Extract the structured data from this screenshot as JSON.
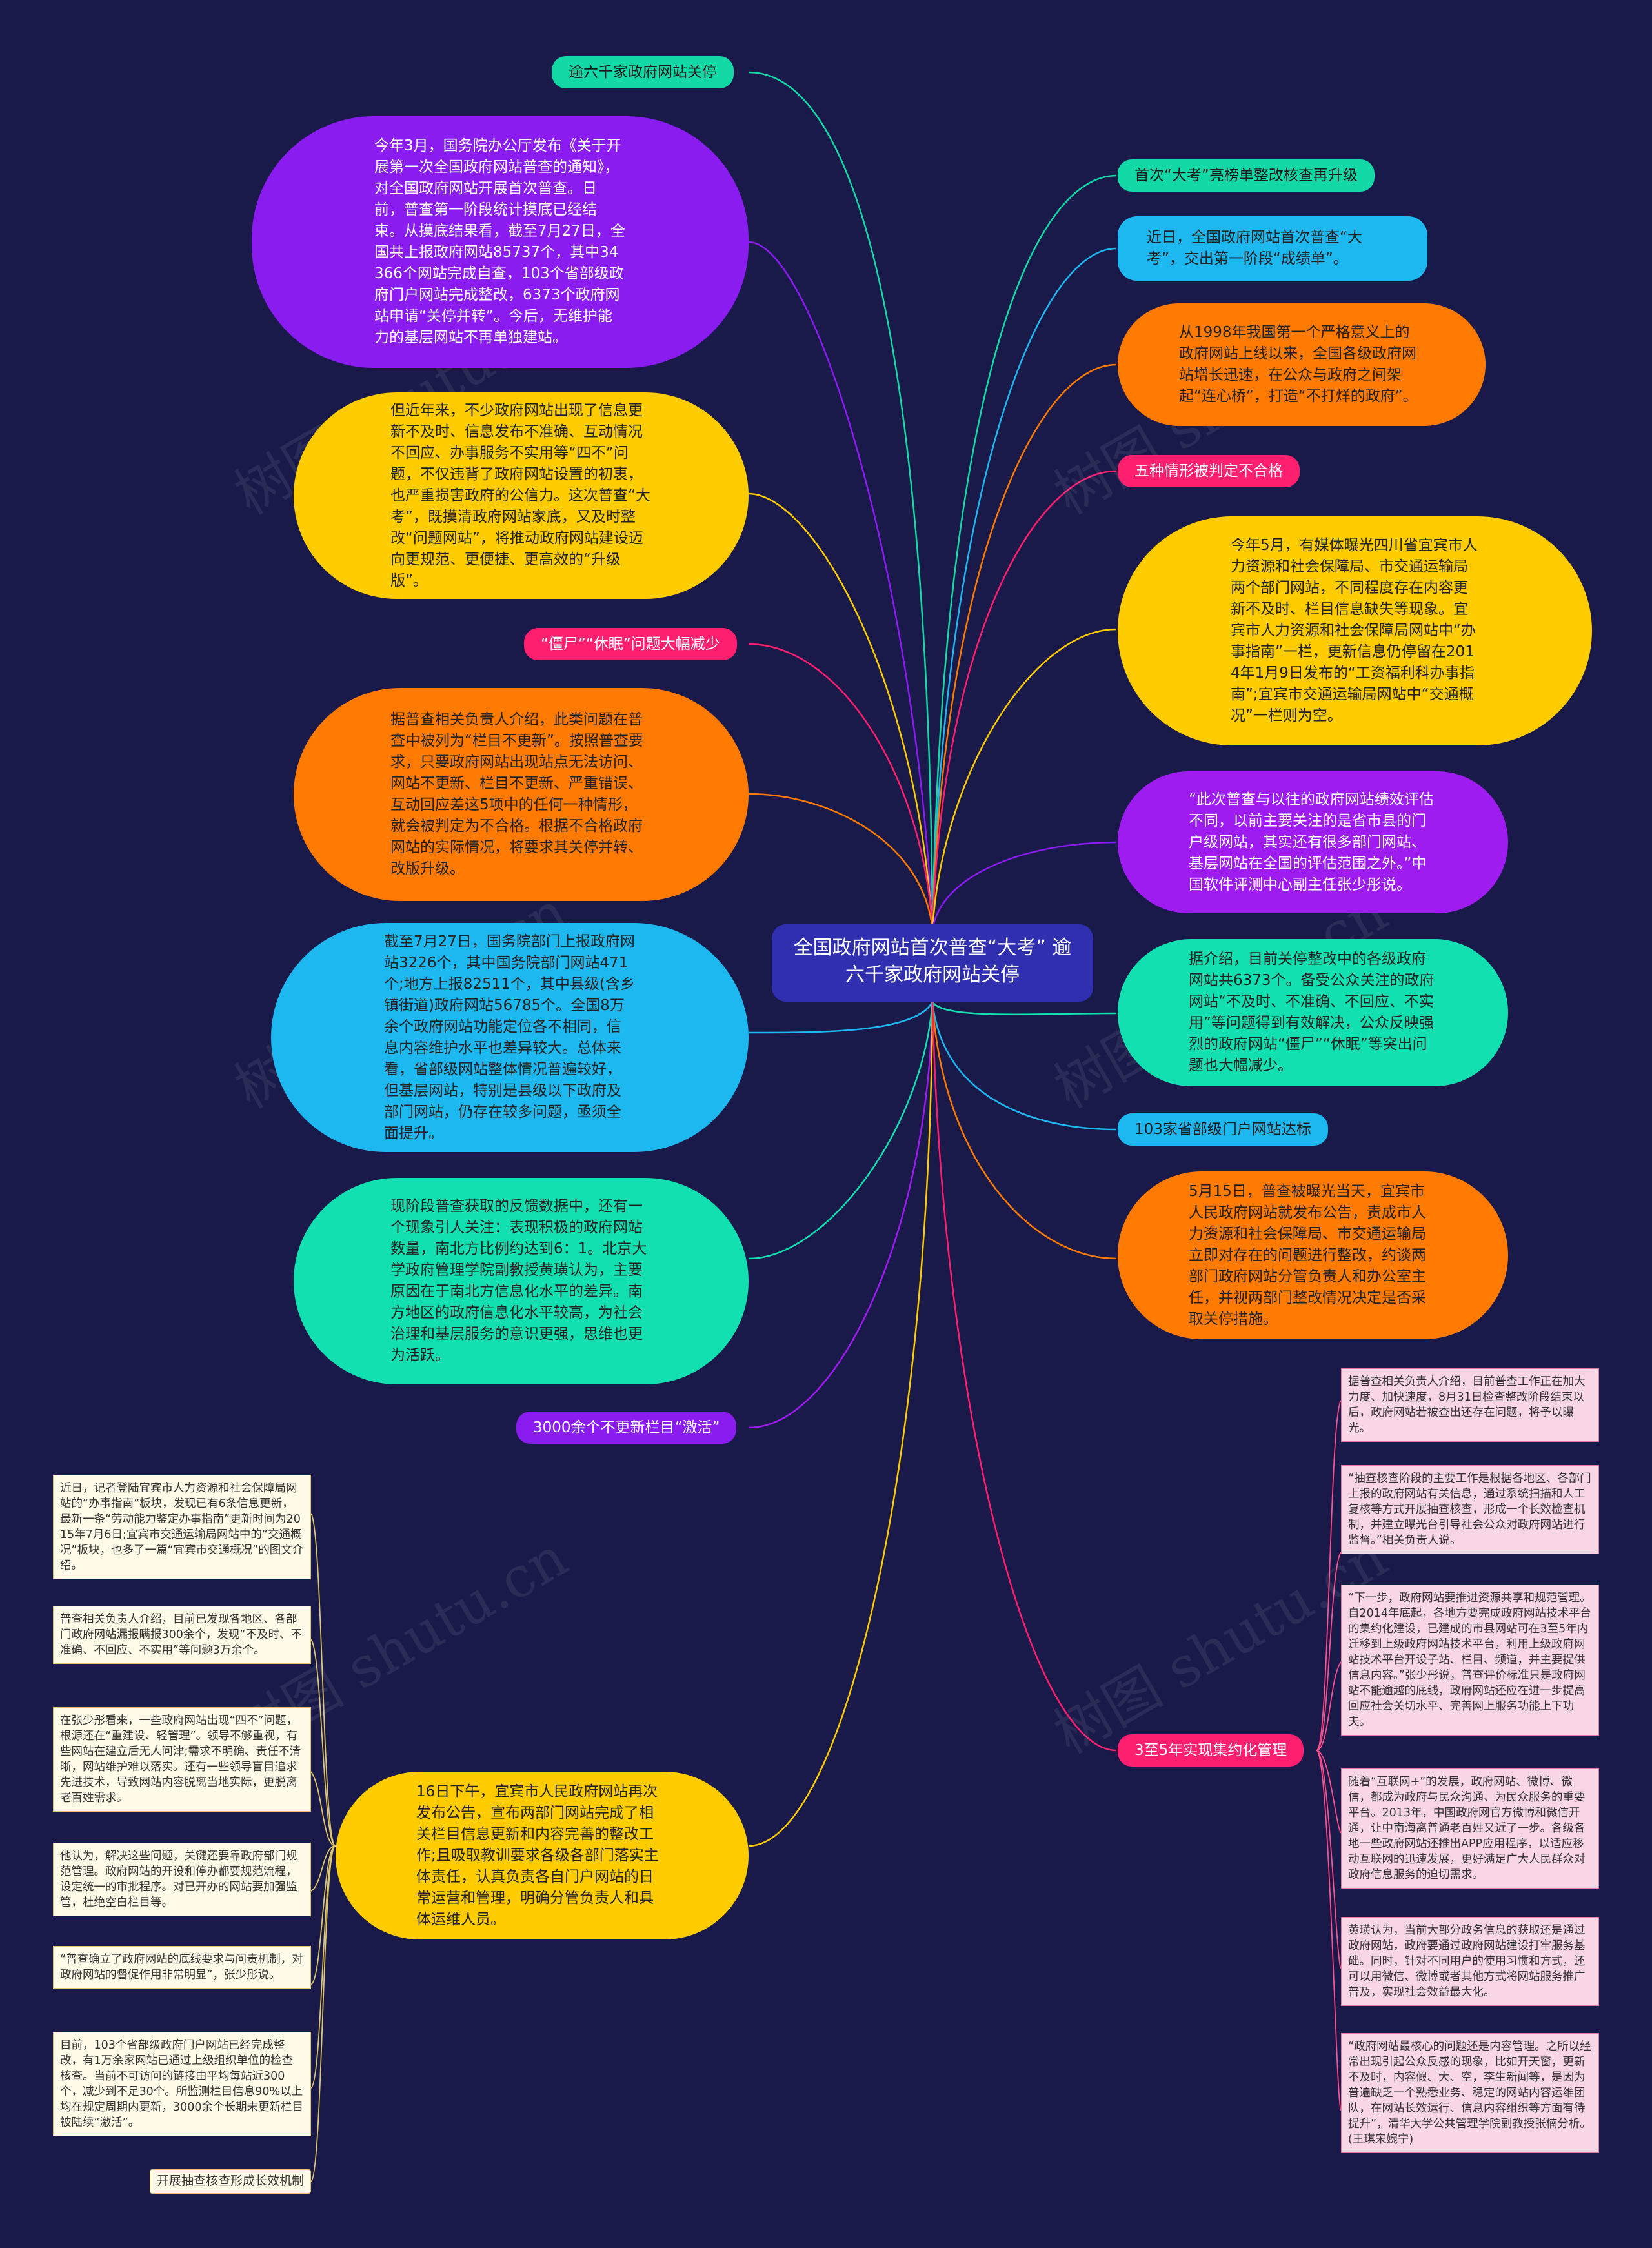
{
  "center": {
    "title": "全国政府网站首次普查“大考” 逾六千家政府网站关停"
  },
  "nodes": {
    "n1": "逾六千家政府网站关停",
    "n2": "今年3月，国务院办公厅发布《关于开展第一次全国政府网站普查的通知》，对全国政府网站开展首次普查。日前，普查第一阶段统计摸底已经结束。从摸底结果看，截至7月27日，全国共上报政府网站85737个，其中34366个网站完成自查，103个省部级政府门户网站完成整改，6373个政府网站申请“关停并转”。今后，无维护能力的基层网站不再单独建站。",
    "n3": "但近年来，不少政府网站出现了信息更新不及时、信息发布不准确、互动情况不回应、办事服务不实用等“四不”问题，不仅违背了政府网站设置的初衷，也严重损害政府的公信力。这次普查“大考”，既摸清政府网站家底，又及时整改“问题网站”，将推动政府网站建设迈向更规范、更便捷、更高效的“升级版”。",
    "n4": "“僵尸”“休眠”问题大幅减少",
    "n5": "据普查相关负责人介绍，此类问题在普查中被列为“栏目不更新”。按照普查要求，只要政府网站出现站点无法访问、网站不更新、栏目不更新、严重错误、互动回应差这5项中的任何一种情形，就会被判定为不合格。根据不合格政府网站的实际情况，将要求其关停并转、改版升级。",
    "n6": "截至7月27日，国务院部门上报政府网站3226个，其中国务院部门网站471个;地方上报82511个，其中县级(含乡镇街道)政府网站56785个。全国8万余个政府网站功能定位各不相同，信息内容维护水平也差异较大。总体来看，省部级网站整体情况普遍较好，但基层网站，特别是县级以下政府及部门网站，仍存在较多问题，亟须全面提升。",
    "n7": "现阶段普查获取的反馈数据中，还有一个现象引人关注：表现积极的政府网站数量，南北方比例约达到6：1。北京大学政府管理学院副教授黄璜认为，主要原因在于南北方信息化水平的差异。南方地区的政府信息化水平较高，为社会治理和基层服务的意识更强，思维也更为活跃。",
    "n8": "3000余个不更新栏目“激活”",
    "n9": "16日下午，宜宾市人民政府网站再次发布公告，宣布两部门网站完成了相关栏目信息更新和内容完善的整改工作;且吸取教训要求各级各部门落实主体责任，认真负责各自门户网站的日常运营和管理，明确分管负责人和具体运维人员。",
    "n10": "首次“大考”亮榜单整改核查再升级",
    "n11": "近日，全国政府网站首次普查“大考”，交出第一阶段“成绩单”。",
    "n12": "从1998年我国第一个严格意义上的政府网站上线以来，全国各级政府网站增长迅速，在公众与政府之间架起“连心桥”，打造“不打烊的政府”。",
    "n13": "五种情形被判定不合格",
    "n14": "今年5月，有媒体曝光四川省宜宾市人力资源和社会保障局、市交通运输局两个部门网站，不同程度存在内容更新不及时、栏目信息缺失等现象。宜宾市人力资源和社会保障局网站中“办事指南”一栏，更新信息仍停留在2014年1月9日发布的“工资福利科办事指南”;宜宾市交通运输局网站中“交通概况”一栏则为空。",
    "n15": "“此次普查与以往的政府网站绩效评估不同，以前主要关注的是省市县的门户级网站，其实还有很多部门网站、基层网站在全国的评估范围之外。”中国软件评测中心副主任张少彤说。",
    "n16": "据介绍，目前关停整改中的各级政府网站共6373个。备受公众关注的政府网站“不及时、不准确、不回应、不实用”等问题得到有效解决，公众反映强烈的政府网站“僵尸”“休眠”等突出问题也大幅减少。",
    "n17": "103家省部级门户网站达标",
    "n18": "5月15日，普查被曝光当天，宜宾市人民政府网站就发布公告，责成市人力资源和社会保障局、市交通运输局立即对存在的问题进行整改，约谈两部门政府网站分管负责人和办公室主任，并视两部门整改情况决定是否采取关停措施。",
    "n19": "3至5年实现集约化管理"
  },
  "notes_right": [
    "据普查相关负责人介绍，目前普查工作正在加大力度、加快速度，8月31日检查整改阶段结束以后，政府网站若被查出还存在问题，将予以曝光。",
    "“抽查核查阶段的主要工作是根据各地区、各部门上报的政府网站有关信息，通过系统扫描和人工复核等方式开展抽查核查，形成一个长效检查机制，并建立曝光台引导社会公众对政府网站进行监督。”相关负责人说。",
    "“下一步，政府网站要推进资源共享和规范管理。自2014年底起，各地方要完成政府网站技术平台的集约化建设，已建成的市县网站可在3至5年内迁移到上级政府网站技术平台，利用上级政府网站技术平台开设子站、栏目、频道，并主要提供信息内容。”张少彤说，普查评价标准只是政府网站不能逾越的底线，政府网站还应在进一步提高回应社会关切水平、完善网上服务功能上下功夫。",
    "随着“互联网+”的发展，政府网站、微博、微信，都成为政府与民众沟通、为民众服务的重要平台。2013年，中国政府网官方微博和微信开通，让中南海离普通老百姓又近了一步。各级各地一些政府网站还推出APP应用程序，以适应移动互联网的迅速发展，更好满足广大人民群众对政府信息服务的迫切需求。",
    "黄璜认为，当前大部分政务信息的获取还是通过政府网站，政府要通过政府网站建设打牢服务基础。同时，针对不同用户的使用习惯和方式，还可以用微信、微博或者其他方式将网站服务推广普及，实现社会效益最大化。",
    "“政府网站最核心的问题还是内容管理。之所以经常出现引起公众反感的现象，比如开天窗，更新不及时，内容假、大、空，李生新闻等，是因为普遍缺乏一个熟悉业务、稳定的网站内容运维团队，在网站长效运行、信息内容组织等方面有待提升”，清华大学公共管理学院副教授张楠分析。(王琪宋婉宁)"
  ],
  "notes_left": [
    "近日，记者登陆宜宾市人力资源和社会保障局网站的“办事指南”板块，发现已有6条信息更新，最新一条“劳动能力鉴定办事指南”更新时间为2015年7月6日;宜宾市交通运输局网站中的“交通概况”板块，也多了一篇“宜宾市交通概况”的图文介绍。",
    "普查相关负责人介绍，目前已发现各地区、各部门政府网站漏报瞒报300余个，发现“不及时、不准确、不回应、不实用”等问题3万余个。",
    "在张少彤看来，一些政府网站出现“四不”问题，根源还在“重建设、轻管理”。领导不够重视，有些网站在建立后无人问津;需求不明确、责任不清晰，网站维护难以落实。还有一些领导盲目追求先进技术，导致网站内容脱离当地实际，更脱离老百姓需求。",
    "他认为，解决这些问题，关键还要靠政府部门规范管理。政府网站的开设和停办都要规范流程，设定统一的审批程序。对已开办的网站要加强监管，杜绝空白栏目等。",
    "“普查确立了政府网站的底线要求与问责机制，对政府网站的督促作用非常明显”，张少彤说。",
    "目前，103个省部级政府门户网站已经完成整改，有1万余家网站已通过上级组织单位的检查核查。当前不可访问的链接由平均每站近300个，减少到不足30个。所监测栏目信息90%以上均在规定周期内更新，3000余个长期未更新栏目被陆续“激活”。"
  ],
  "note_last": "开展抽查核查形成长效机制",
  "watermark": "树图 shutu.cn",
  "colors": {
    "background": "#1a1a4a",
    "center": "#2f2fb0",
    "purple": "#8a1cf0",
    "yellow": "#ffcc00",
    "orange": "#ff7a00",
    "blue": "#1eb8f0",
    "teal": "#12e0b0",
    "pink": "#ff1f6f",
    "note": "#f9d6e6"
  }
}
